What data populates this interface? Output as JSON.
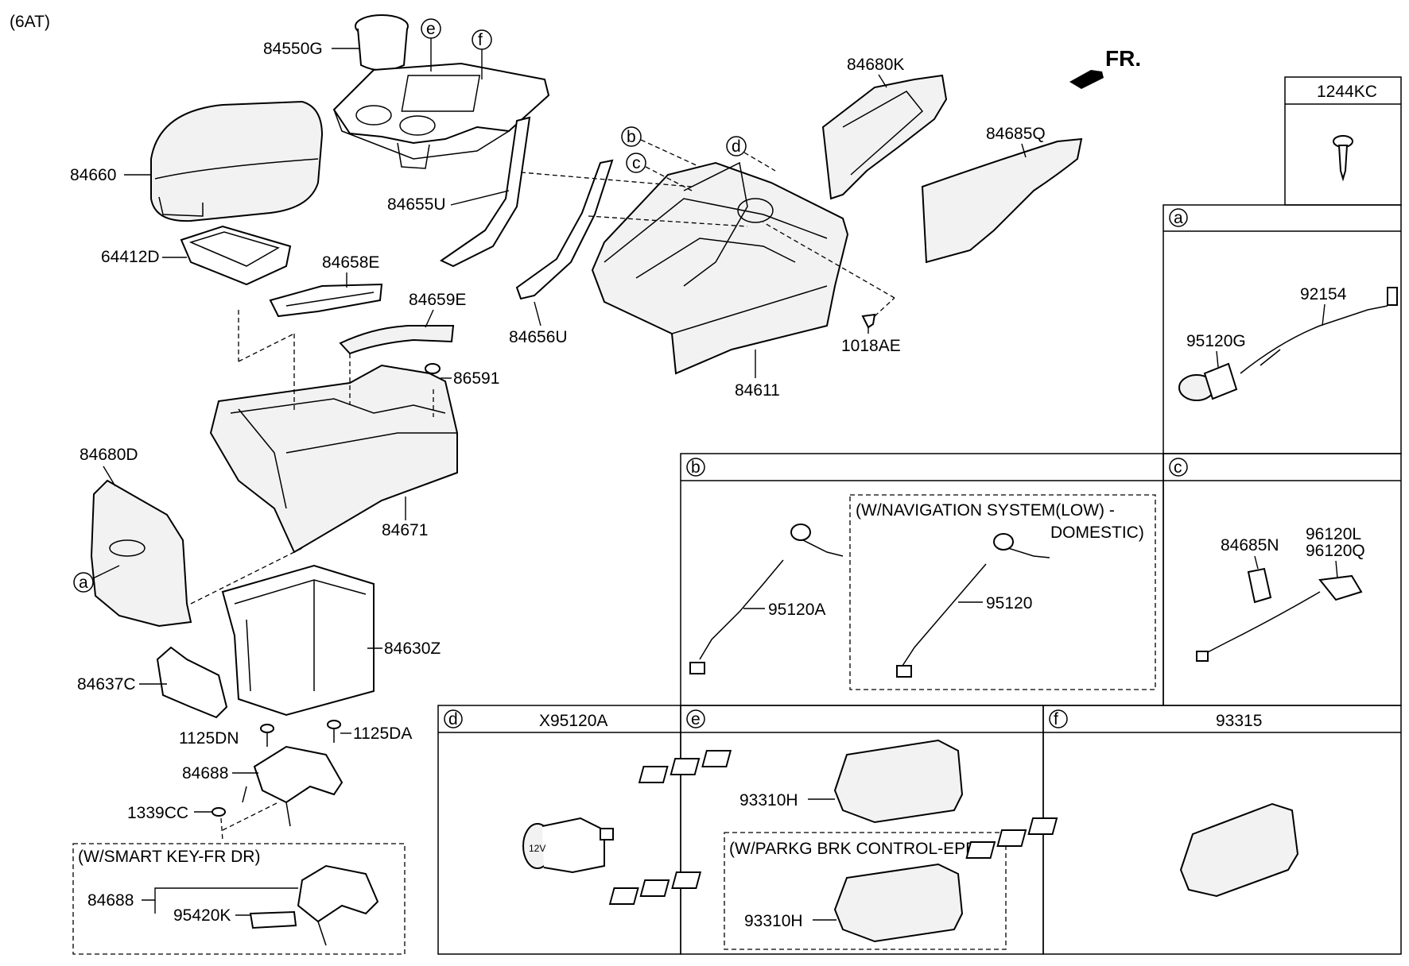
{
  "header": {
    "variant": "(6AT)",
    "direction": "FR."
  },
  "parts": {
    "p84550G": "84550G",
    "p84660": "84660",
    "p64412D": "64412D",
    "p84658E": "84658E",
    "p84659E": "84659E",
    "p86591": "86591",
    "p84655U": "84655U",
    "p84656U": "84656U",
    "p84680K": "84680K",
    "p84685Q": "84685Q",
    "p1018AE": "1018AE",
    "p84611": "84611",
    "p84680D": "84680D",
    "p84671": "84671",
    "p84630Z": "84630Z",
    "p84637C": "84637C",
    "p1125DN": "1125DN",
    "p1125DA": "1125DA",
    "p84688": "84688",
    "p1339CC": "1339CC",
    "p84688b": "84688",
    "p95420K": "95420K"
  },
  "callouts": {
    "a": "a",
    "b": "b",
    "c": "c",
    "d": "d",
    "e": "e",
    "f": "f"
  },
  "smartkey": {
    "title": "(W/SMART KEY-FR DR)"
  },
  "box1244": {
    "title": "1244KC"
  },
  "box_a": {
    "letter": "a",
    "p92154": "92154",
    "p95120G": "95120G"
  },
  "box_b": {
    "letter": "b",
    "p95120A": "95120A",
    "nav_line1": "(W/NAVIGATION SYSTEM(LOW) -",
    "nav_line2": "DOMESTIC)",
    "p95120": "95120"
  },
  "box_c": {
    "letter": "c",
    "p84685N": "84685N",
    "p96120L": "96120L",
    "p96120Q": "96120Q"
  },
  "box_d": {
    "letter": "d",
    "title": "X95120A",
    "socket_label": "12V"
  },
  "box_e": {
    "letter": "e",
    "p93310H": "93310H",
    "epb": "(W/PARKG BRK CONTROL-EPB)",
    "p93310H_2": "93310H"
  },
  "box_f": {
    "letter": "f",
    "title": "93315"
  }
}
